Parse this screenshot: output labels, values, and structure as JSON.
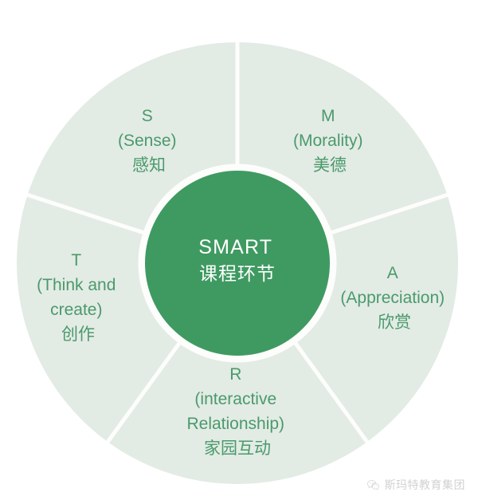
{
  "diagram": {
    "type": "donut-segments",
    "center": {
      "title_en": "SMART",
      "title_cn": "课程环节"
    },
    "segments": [
      {
        "key": "M",
        "letter": "M",
        "english": "(Morality)",
        "chinese": "美德",
        "position": "top-right"
      },
      {
        "key": "A",
        "letter": "A",
        "english": "(Appreciation)",
        "chinese": "欣赏",
        "position": "right"
      },
      {
        "key": "R",
        "letter": "R",
        "english_line1": "(interactive",
        "english_line2": "Relationship)",
        "chinese": "家园互动",
        "position": "bottom"
      },
      {
        "key": "T",
        "letter": "T",
        "english_line1": "(Think and",
        "english_line2": "create)",
        "chinese": "创作",
        "position": "left"
      },
      {
        "key": "S",
        "letter": "S",
        "english": "(Sense)",
        "chinese": "感知",
        "position": "top-left"
      }
    ]
  },
  "colors": {
    "center_green": "#3f9a61",
    "ring_pale_green": "#e3ebe5",
    "divider_white": "#fdfdfc",
    "label_green": "#4a9a6b",
    "center_text": "#ffffff",
    "background": "#ffffff",
    "watermark_gray": "#a8a8a8"
  },
  "watermark": {
    "icon": "wechat-icon",
    "text": "斯玛特教育集团"
  }
}
